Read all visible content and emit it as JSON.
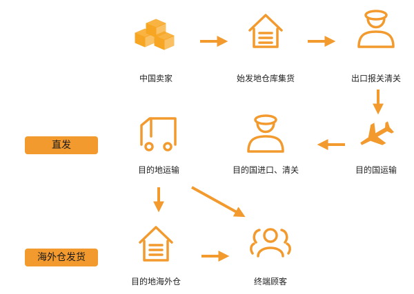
{
  "colors": {
    "accent": "#f29a2e",
    "tag_bg": "#f29a2e",
    "text": "#222222"
  },
  "nodes": {
    "seller": {
      "label": "中国卖家",
      "icon": "boxes-icon"
    },
    "origin_warehouse": {
      "label": "始发地仓库集货",
      "icon": "warehouse-icon"
    },
    "export_customs": {
      "label": "出口报关清关",
      "icon": "customs-officer-icon"
    },
    "air_transport": {
      "label": "目的国运输",
      "icon": "airplane-icon"
    },
    "import_customs": {
      "label": "目的国进口、清关",
      "icon": "customs-officer-icon"
    },
    "local_transport": {
      "label": "目的地运输",
      "icon": "truck-icon"
    },
    "overseas_warehouse": {
      "label": "目的地海外仓",
      "icon": "warehouse-icon"
    },
    "end_customer": {
      "label": "终端顾客",
      "icon": "customers-icon"
    }
  },
  "tags": {
    "direct": "直发",
    "overseas": "海外仓发货"
  }
}
